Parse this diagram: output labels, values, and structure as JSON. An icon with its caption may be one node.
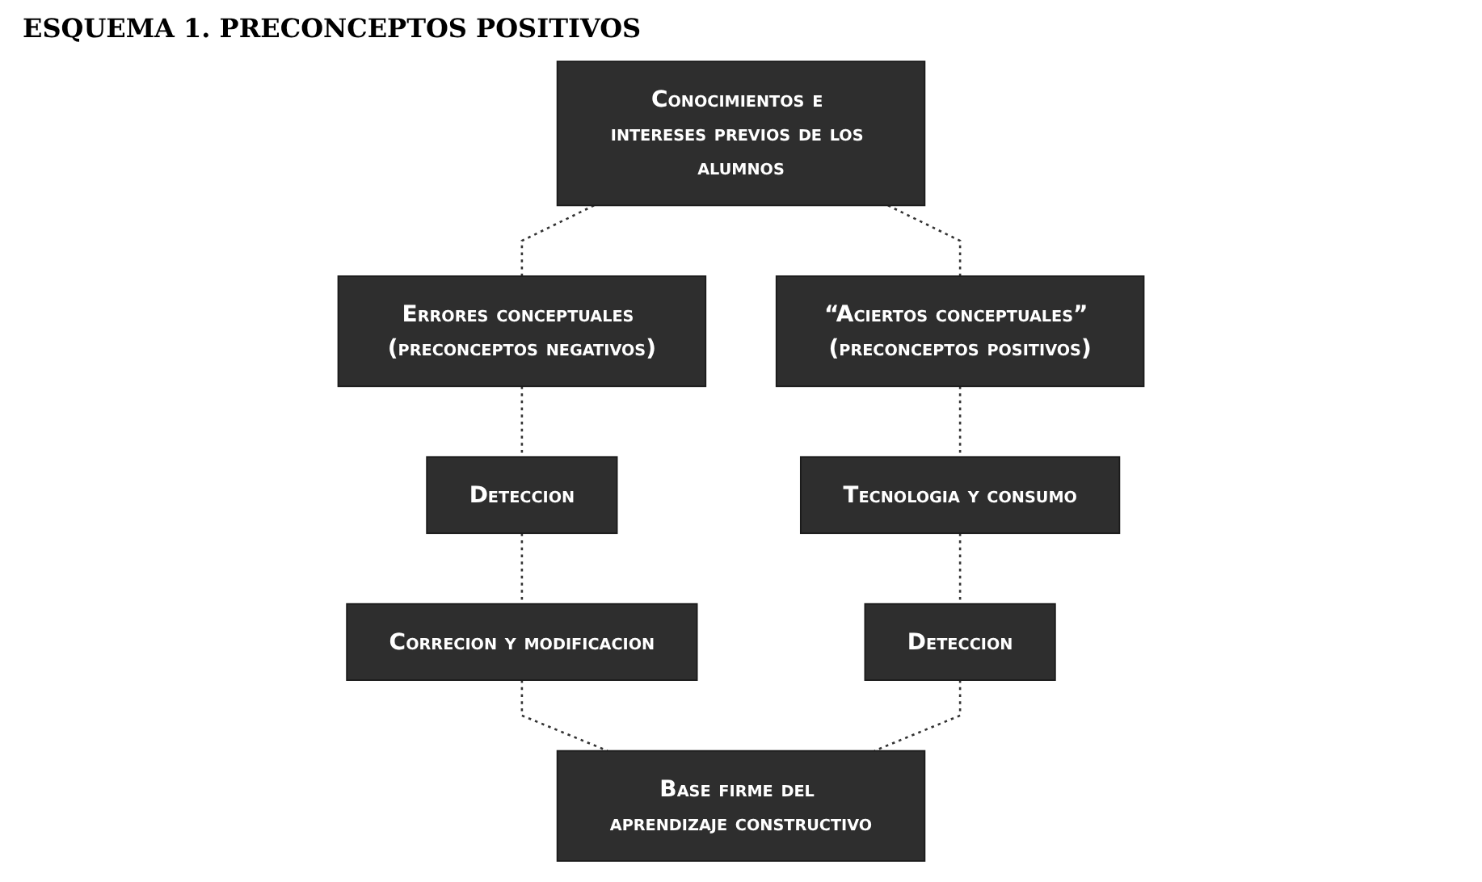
{
  "diagram": {
    "title": "ESQUEMA 1. PRECONCEPTOS POSITIVOS",
    "nodes": [
      {
        "text": [
          "Conocimientos e intereses previos de los alumnos"
        ]
      },
      {
        "text": [
          "Errores conceptuales (preconceptos negativos)"
        ]
      },
      {
        "text": [
          "“Aciertos conceptuales” (preconceptos positivos)"
        ]
      },
      {
        "text": [
          "Tecnologia y consumo"
        ]
      },
      {
        "text": [
          "Deteccion"
        ]
      },
      {
        "text": [
          "Deteccion"
        ]
      },
      {
        "text": [
          "Correcion y modificacion"
        ]
      },
      {
        "text": [
          "Base firme del aprendizaje constructivo"
        ]
      }
    ],
    "edges": [
      {
        "from": 0,
        "to": 1,
        "arrow": "none",
        "style": "dashed"
      },
      {
        "from": 0,
        "to": 2,
        "arrow": "none",
        "style": "dashed"
      },
      {
        "from": 1,
        "to": 4,
        "arrow": "none",
        "style": "dashed"
      },
      {
        "from": 2,
        "to": 3,
        "arrow": "none",
        "style": "dashed"
      },
      {
        "from": 3,
        "to": 5,
        "arrow": "none",
        "style": "dashed"
      },
      {
        "from": 4,
        "to": 6,
        "arrow": "none",
        "style": "dashed"
      },
      {
        "from": 6,
        "to": 7,
        "arrow": "none",
        "style": "dashed"
      },
      {
        "from": 5,
        "to": 7,
        "arrow": "none",
        "style": "dashed"
      }
    ]
  }
}
